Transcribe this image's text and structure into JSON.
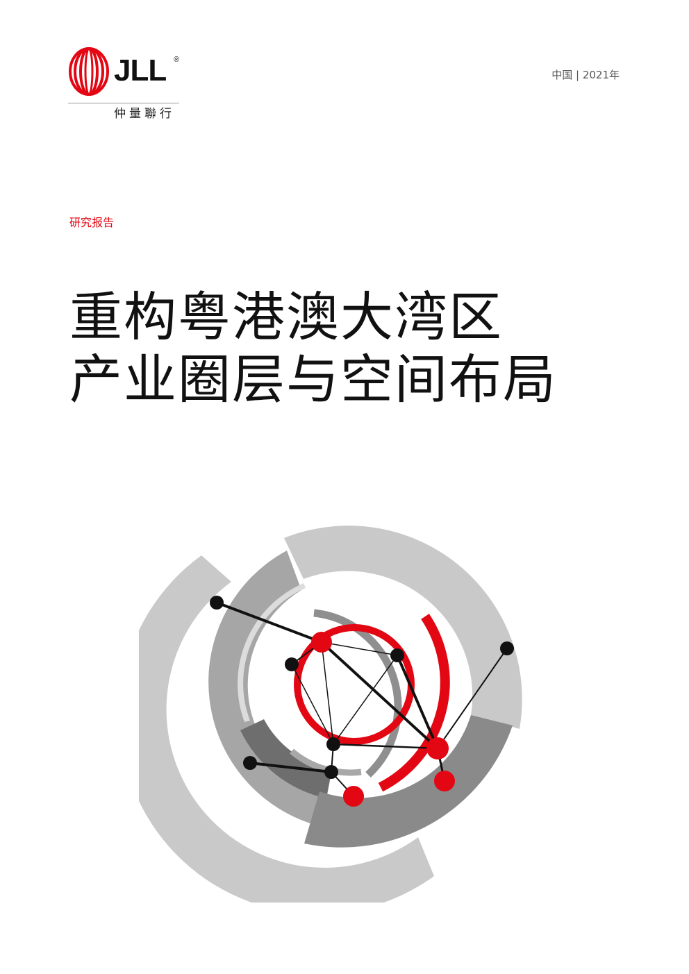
{
  "header": {
    "logo_text": "JLL",
    "logo_registered": "®",
    "logo_chinese": "仲量聯行",
    "region_year": "中国 | 2021年"
  },
  "report": {
    "type_label": "研究报告",
    "title_line1": "重构粤港澳大湾区",
    "title_line2": "产业圈层与空间布局"
  },
  "colors": {
    "brand_red": "#e30613",
    "text_black": "#111111",
    "gray_light": "#c8c8c8",
    "gray_mid": "#a4a4a4",
    "gray_dark": "#6b6b6b"
  }
}
